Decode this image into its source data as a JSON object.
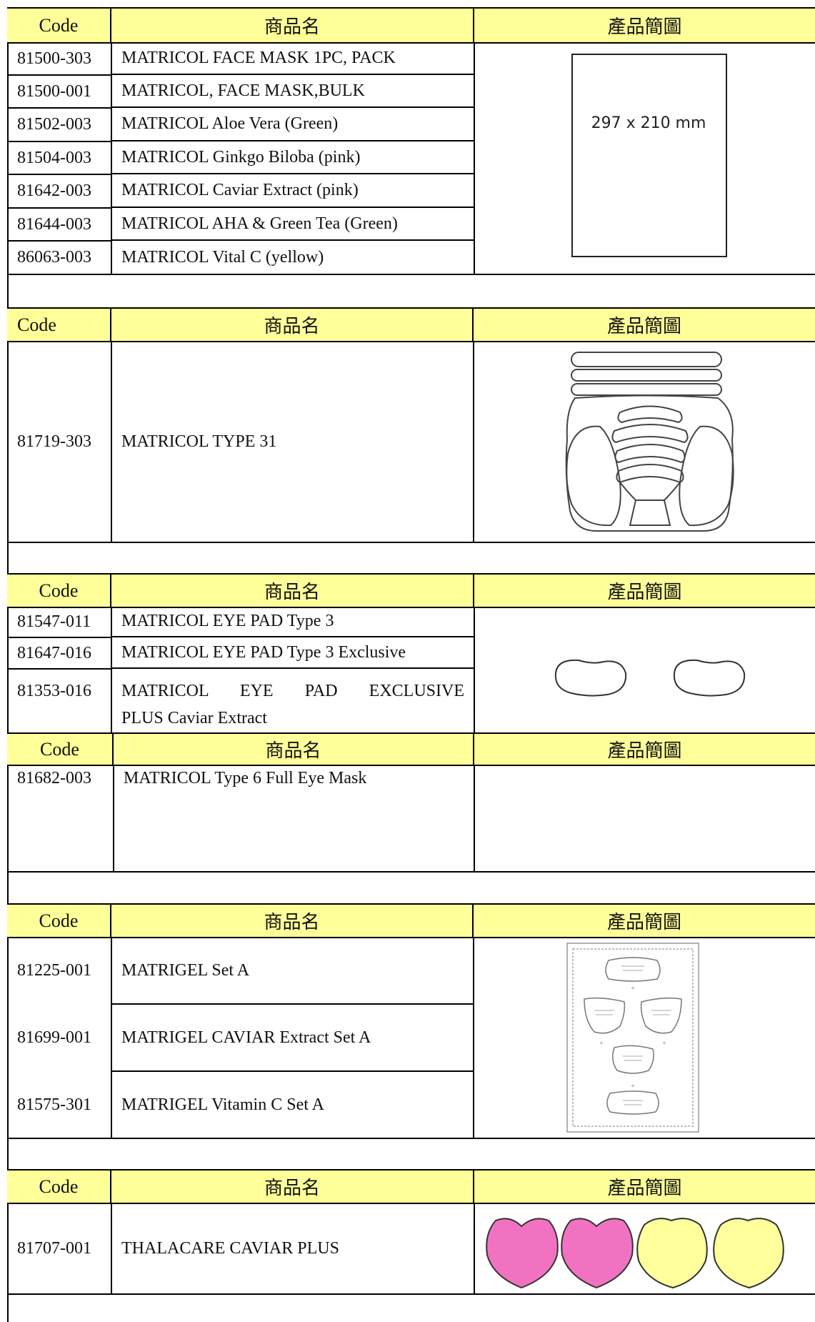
{
  "headers": {
    "code": "Code",
    "name": "商品名",
    "image": "產品簡圖"
  },
  "section1": {
    "rows": [
      {
        "code": "81500-303",
        "name": "MATRICOL FACE MASK 1PC, PACK"
      },
      {
        "code": "81500-001",
        "name": "MATRICOL, FACE MASK,BULK"
      },
      {
        "code": "81502-003",
        "name": "MATRICOL Aloe Vera (Green)"
      },
      {
        "code": "81504-003",
        "name": "MATRICOL Ginkgo Biloba (pink)"
      },
      {
        "code": "81642-003",
        "name": "MATRICOL Caviar Extract (pink)"
      },
      {
        "code": "81644-003",
        "name": "MATRICOL AHA & Green Tea (Green)"
      },
      {
        "code": "86063-003",
        "name": "MATRICOL Vital C (yellow)"
      }
    ],
    "image_label": "297 x 210 mm"
  },
  "section2": {
    "rows": [
      {
        "code": "81719-303",
        "name": "MATRICOL TYPE 31"
      }
    ]
  },
  "section3": {
    "rows": [
      {
        "code": "81547-011",
        "name": "MATRICOL EYE PAD Type 3"
      },
      {
        "code": "81647-016",
        "name": "MATRICOL EYE PAD Type 3 Exclusive"
      },
      {
        "code": "81353-016",
        "name_line1": "MATRICOL EYE PAD EXCLUSIVE",
        "name_line2": "PLUS Caviar Extract"
      }
    ]
  },
  "section4": {
    "rows": [
      {
        "code": "81682-003",
        "name": "MATRICOL Type 6 Full Eye Mask"
      }
    ]
  },
  "section5": {
    "rows": [
      {
        "code": "81225-001",
        "name": "MATRIGEL Set A"
      },
      {
        "code": "81699-001",
        "name": "MATRIGEL CAVIAR Extract Set A"
      },
      {
        "code": "81575-301",
        "name": "MATRIGEL Vitamin C Set A"
      }
    ]
  },
  "section6": {
    "rows": [
      {
        "code": "81707-001",
        "name": "THALACARE CAVIAR PLUS"
      }
    ]
  },
  "colors": {
    "header_bg": "#ffff99",
    "pink_pad": "#f272c2",
    "yellow_pad": "#ffff9c"
  }
}
